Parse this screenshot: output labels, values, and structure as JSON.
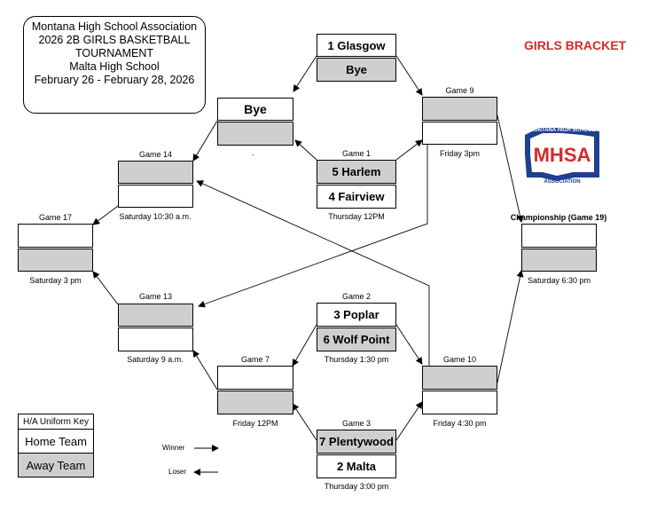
{
  "header": {
    "lines": [
      "Montana High School Association",
      "2026 2B GIRLS  BASKETBALL",
      "TOURNAMENT",
      "Malta High School",
      "February 26 - February 28, 2026"
    ],
    "bracket_title": "GIRLS BRACKET"
  },
  "logo": {
    "top_text": "MONTANA HIGH SCHOOL",
    "main_text": "MHSA",
    "bottom_text": "ASSOCIATION",
    "colors": {
      "red": "#d42a2a",
      "blue": "#1f3f8f"
    }
  },
  "colors": {
    "home": "#ffffff",
    "away": "#cfcfcf"
  },
  "games": {
    "top": {
      "team1": "1 Glasgow",
      "team2": "Bye"
    },
    "bye_box": {
      "team1": "Bye",
      "team2": "",
      "note": "."
    },
    "game1": {
      "label": "Game 1",
      "team1": "5 Harlem",
      "team2": "4 Fairview",
      "time": "Thursday 12PM"
    },
    "game2": {
      "label": "Game 2",
      "team1": "3 Poplar",
      "team2": "6 Wolf Point",
      "time": "Thursday 1:30 pm"
    },
    "game3": {
      "label": "Game 3",
      "team1": "7 Plentywood",
      "team2": "2 Malta",
      "time": "Thursday 3:00 pm"
    },
    "game7": {
      "label": "Game 7",
      "time": "Friday 12PM"
    },
    "game9": {
      "label": "Game 9",
      "time": "Friday 3pm"
    },
    "game10": {
      "label": "Game 10",
      "time": "Friday  4:30 pm"
    },
    "game13": {
      "label": "Game 13",
      "time": "Saturday 9 a.m."
    },
    "game14": {
      "label": "Game 14",
      "time": "Saturday 10:30 a.m."
    },
    "game17": {
      "label": "Game 17",
      "time": "Saturday 3 pm"
    },
    "game19": {
      "label": "Championship (Game 19)",
      "time": "Saturday 6:30 pm"
    }
  },
  "legend": {
    "winner": "Winner",
    "loser": "Loser"
  },
  "key": {
    "header": "H/A Uniform Key",
    "home": "Home Team",
    "away": "Away Team"
  }
}
